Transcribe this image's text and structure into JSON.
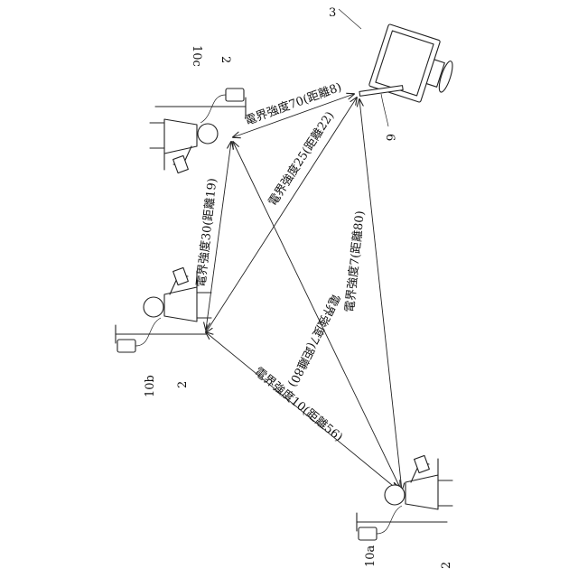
{
  "nodes": {
    "monitor": {
      "ref": "3",
      "ref_base": "6"
    },
    "patient_c": {
      "ref": "10c",
      "ref_device": "2"
    },
    "patient_b": {
      "ref": "10b",
      "ref_device": "2"
    },
    "patient_a": {
      "ref": "10a",
      "ref_device": "2"
    }
  },
  "links": {
    "c_monitor": "電界強度70(距離8)",
    "b_monitor": "電界強度25(距離22)",
    "a_monitor": "電界強度7(距離80)",
    "c_b": "電界強度30(距離19)",
    "c_a": "電界強度7(距離80)",
    "b_a": "電界強度10(距離56)"
  }
}
